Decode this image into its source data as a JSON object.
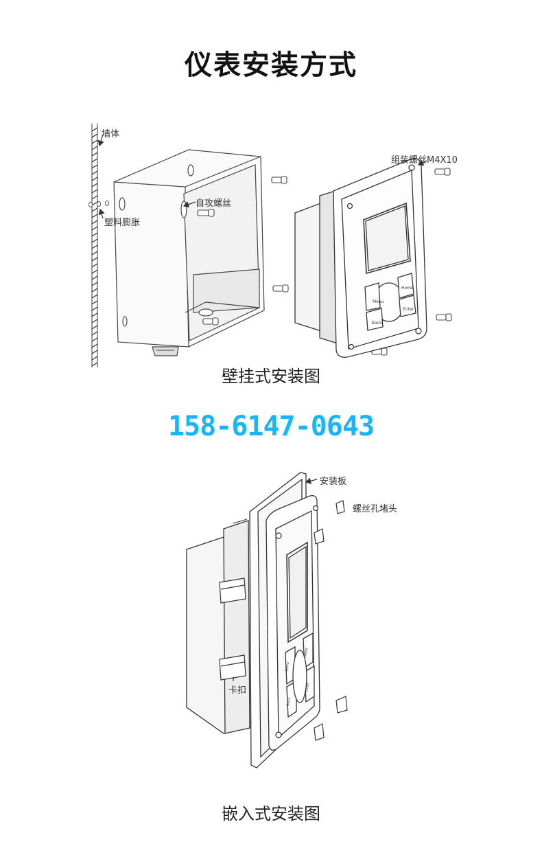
{
  "title": "仪表安装方式",
  "wall_mount": {
    "caption": "壁挂式安装图",
    "labels": {
      "wall": "墙体",
      "plastic_anchor": "塑料膨胀",
      "self_tapping_screw": "自攻螺丝",
      "assembly_screw": "组装螺丝M4X10"
    }
  },
  "contact_phone": "158-6147-0643",
  "panel_mount": {
    "caption": "嵌入式安装图",
    "labels": {
      "mounting_plate": "安装板",
      "screw_hole_plug": "螺丝孔堵头",
      "clip": "卡扣"
    }
  },
  "keypad": {
    "menu": "Menu",
    "home": "Home",
    "back": "Back",
    "enter": "Enter"
  },
  "colors": {
    "phone": "#16b6ff",
    "line": "#333333",
    "label_text": "#333333"
  }
}
